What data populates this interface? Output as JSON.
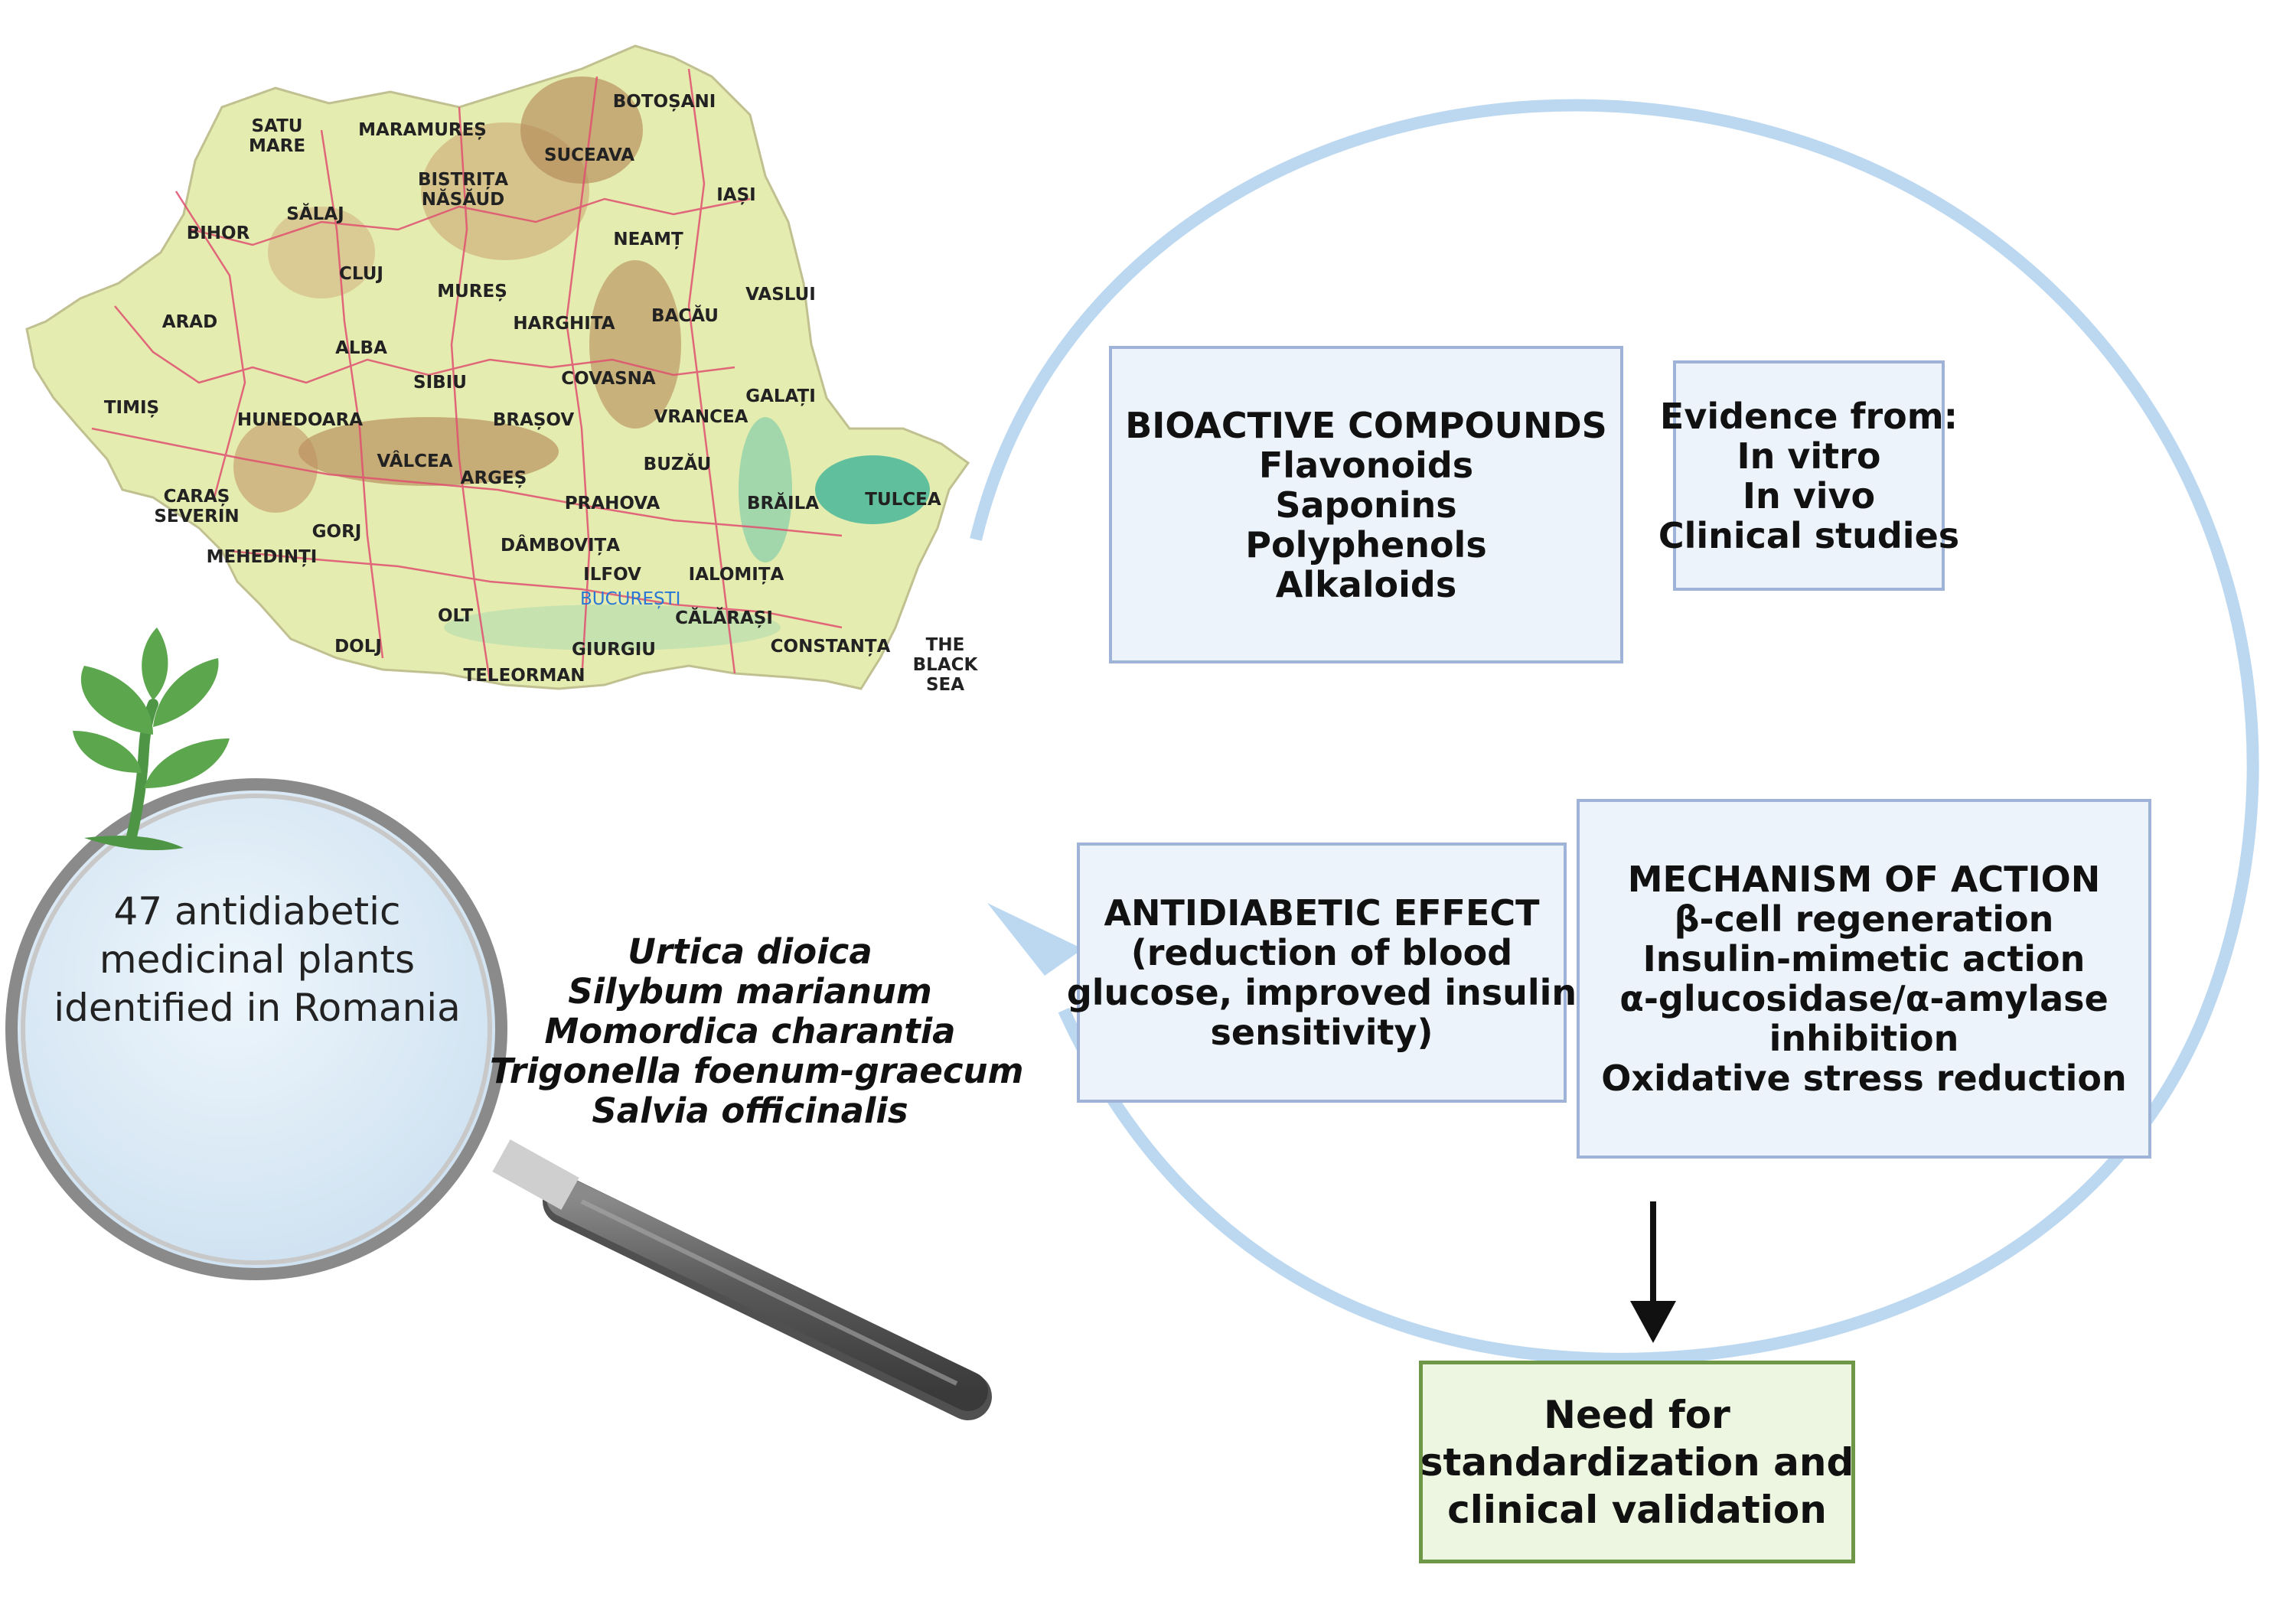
{
  "colors": {
    "cycle_ring": "#bcd8f1",
    "box_fill": "#edf3fb",
    "box_border": "#9fb3d9",
    "need_fill": "#edf6e0",
    "need_border": "#6e9848",
    "map_lowland": "#e4ecb0",
    "map_mountain": "#b58a58",
    "map_delta": "#3fb59a",
    "leaf": "#5ca64e"
  },
  "icons": [
    "romania-map",
    "magnifying-glass-icon",
    "plant-sprout-icon",
    "down-arrow-icon"
  ],
  "map": {
    "counties": [
      {
        "label": "SATU"
      },
      {
        "label": "MARE"
      },
      {
        "label": "MARAMUREȘ"
      },
      {
        "label": "BOTOȘANI"
      },
      {
        "label": "SUCEAVA"
      },
      {
        "label": "BISTRIȚA"
      },
      {
        "label": "NĂSĂUD"
      },
      {
        "label": "SĂLAJ"
      },
      {
        "label": "IAȘI"
      },
      {
        "label": "BIHOR"
      },
      {
        "label": "NEAMȚ"
      },
      {
        "label": "CLUJ"
      },
      {
        "label": "MUREȘ"
      },
      {
        "label": "VASLUI"
      },
      {
        "label": "ARAD"
      },
      {
        "label": "HARGHITA"
      },
      {
        "label": "BACĂU"
      },
      {
        "label": "ALBA"
      },
      {
        "label": "SIBIU"
      },
      {
        "label": "COVASNA"
      },
      {
        "label": "GALAȚI"
      },
      {
        "label": "TIMIȘ"
      },
      {
        "label": "HUNEDOARA"
      },
      {
        "label": "BRAȘOV"
      },
      {
        "label": "VRANCEA"
      },
      {
        "label": "VÂLCEA"
      },
      {
        "label": "ARGEȘ"
      },
      {
        "label": "BUZĂU"
      },
      {
        "label": "TULCEA"
      },
      {
        "label": "CARAȘ"
      },
      {
        "label": "SEVERIN"
      },
      {
        "label": "PRAHOVA"
      },
      {
        "label": "BRĂILA"
      },
      {
        "label": "GORJ"
      },
      {
        "label": "MEHEDINȚI"
      },
      {
        "label": "DÂMBOVIȚA"
      },
      {
        "label": "ILFOV"
      },
      {
        "label": "IALOMIȚA"
      },
      {
        "label": "OLT"
      },
      {
        "label": "CĂLĂRAȘI"
      },
      {
        "label": "DOLJ"
      },
      {
        "label": "GIURGIU"
      },
      {
        "label": "CONSTANȚA"
      },
      {
        "label": "TELEORMAN"
      }
    ],
    "capital": "BUCUREȘTI",
    "sea": [
      "THE",
      "BLACK",
      "SEA"
    ]
  },
  "lens_text": [
    "47 antidiabetic",
    "medicinal plants",
    "identified in Romania"
  ],
  "plants": [
    "Urtica dioica",
    "Silybum marianum",
    "Momordica charantia",
    "Trigonella foenum-graecum",
    "Salvia officinalis"
  ],
  "boxes": {
    "compounds": {
      "title": "BIOACTIVE COMPOUNDS",
      "items": [
        "Flavonoids",
        "Saponins",
        "Polyphenols",
        "Alkaloids"
      ]
    },
    "evidence": {
      "lines": [
        "Evidence from:",
        "In vitro",
        "In vivo",
        "Clinical studies"
      ]
    },
    "effect": {
      "lines": [
        "ANTIDIABETIC EFFECT",
        "(reduction of blood",
        "glucose, improved insulin",
        "sensitivity)"
      ]
    },
    "mechanism": {
      "lines": [
        "MECHANISM OF ACTION",
        "β-cell regeneration",
        "Insulin-mimetic action",
        "α-glucosidase/α-amylase",
        "inhibition",
        "Oxidative stress reduction"
      ]
    },
    "need": {
      "lines": [
        "Need for",
        "standardization and",
        "clinical validation"
      ]
    }
  }
}
